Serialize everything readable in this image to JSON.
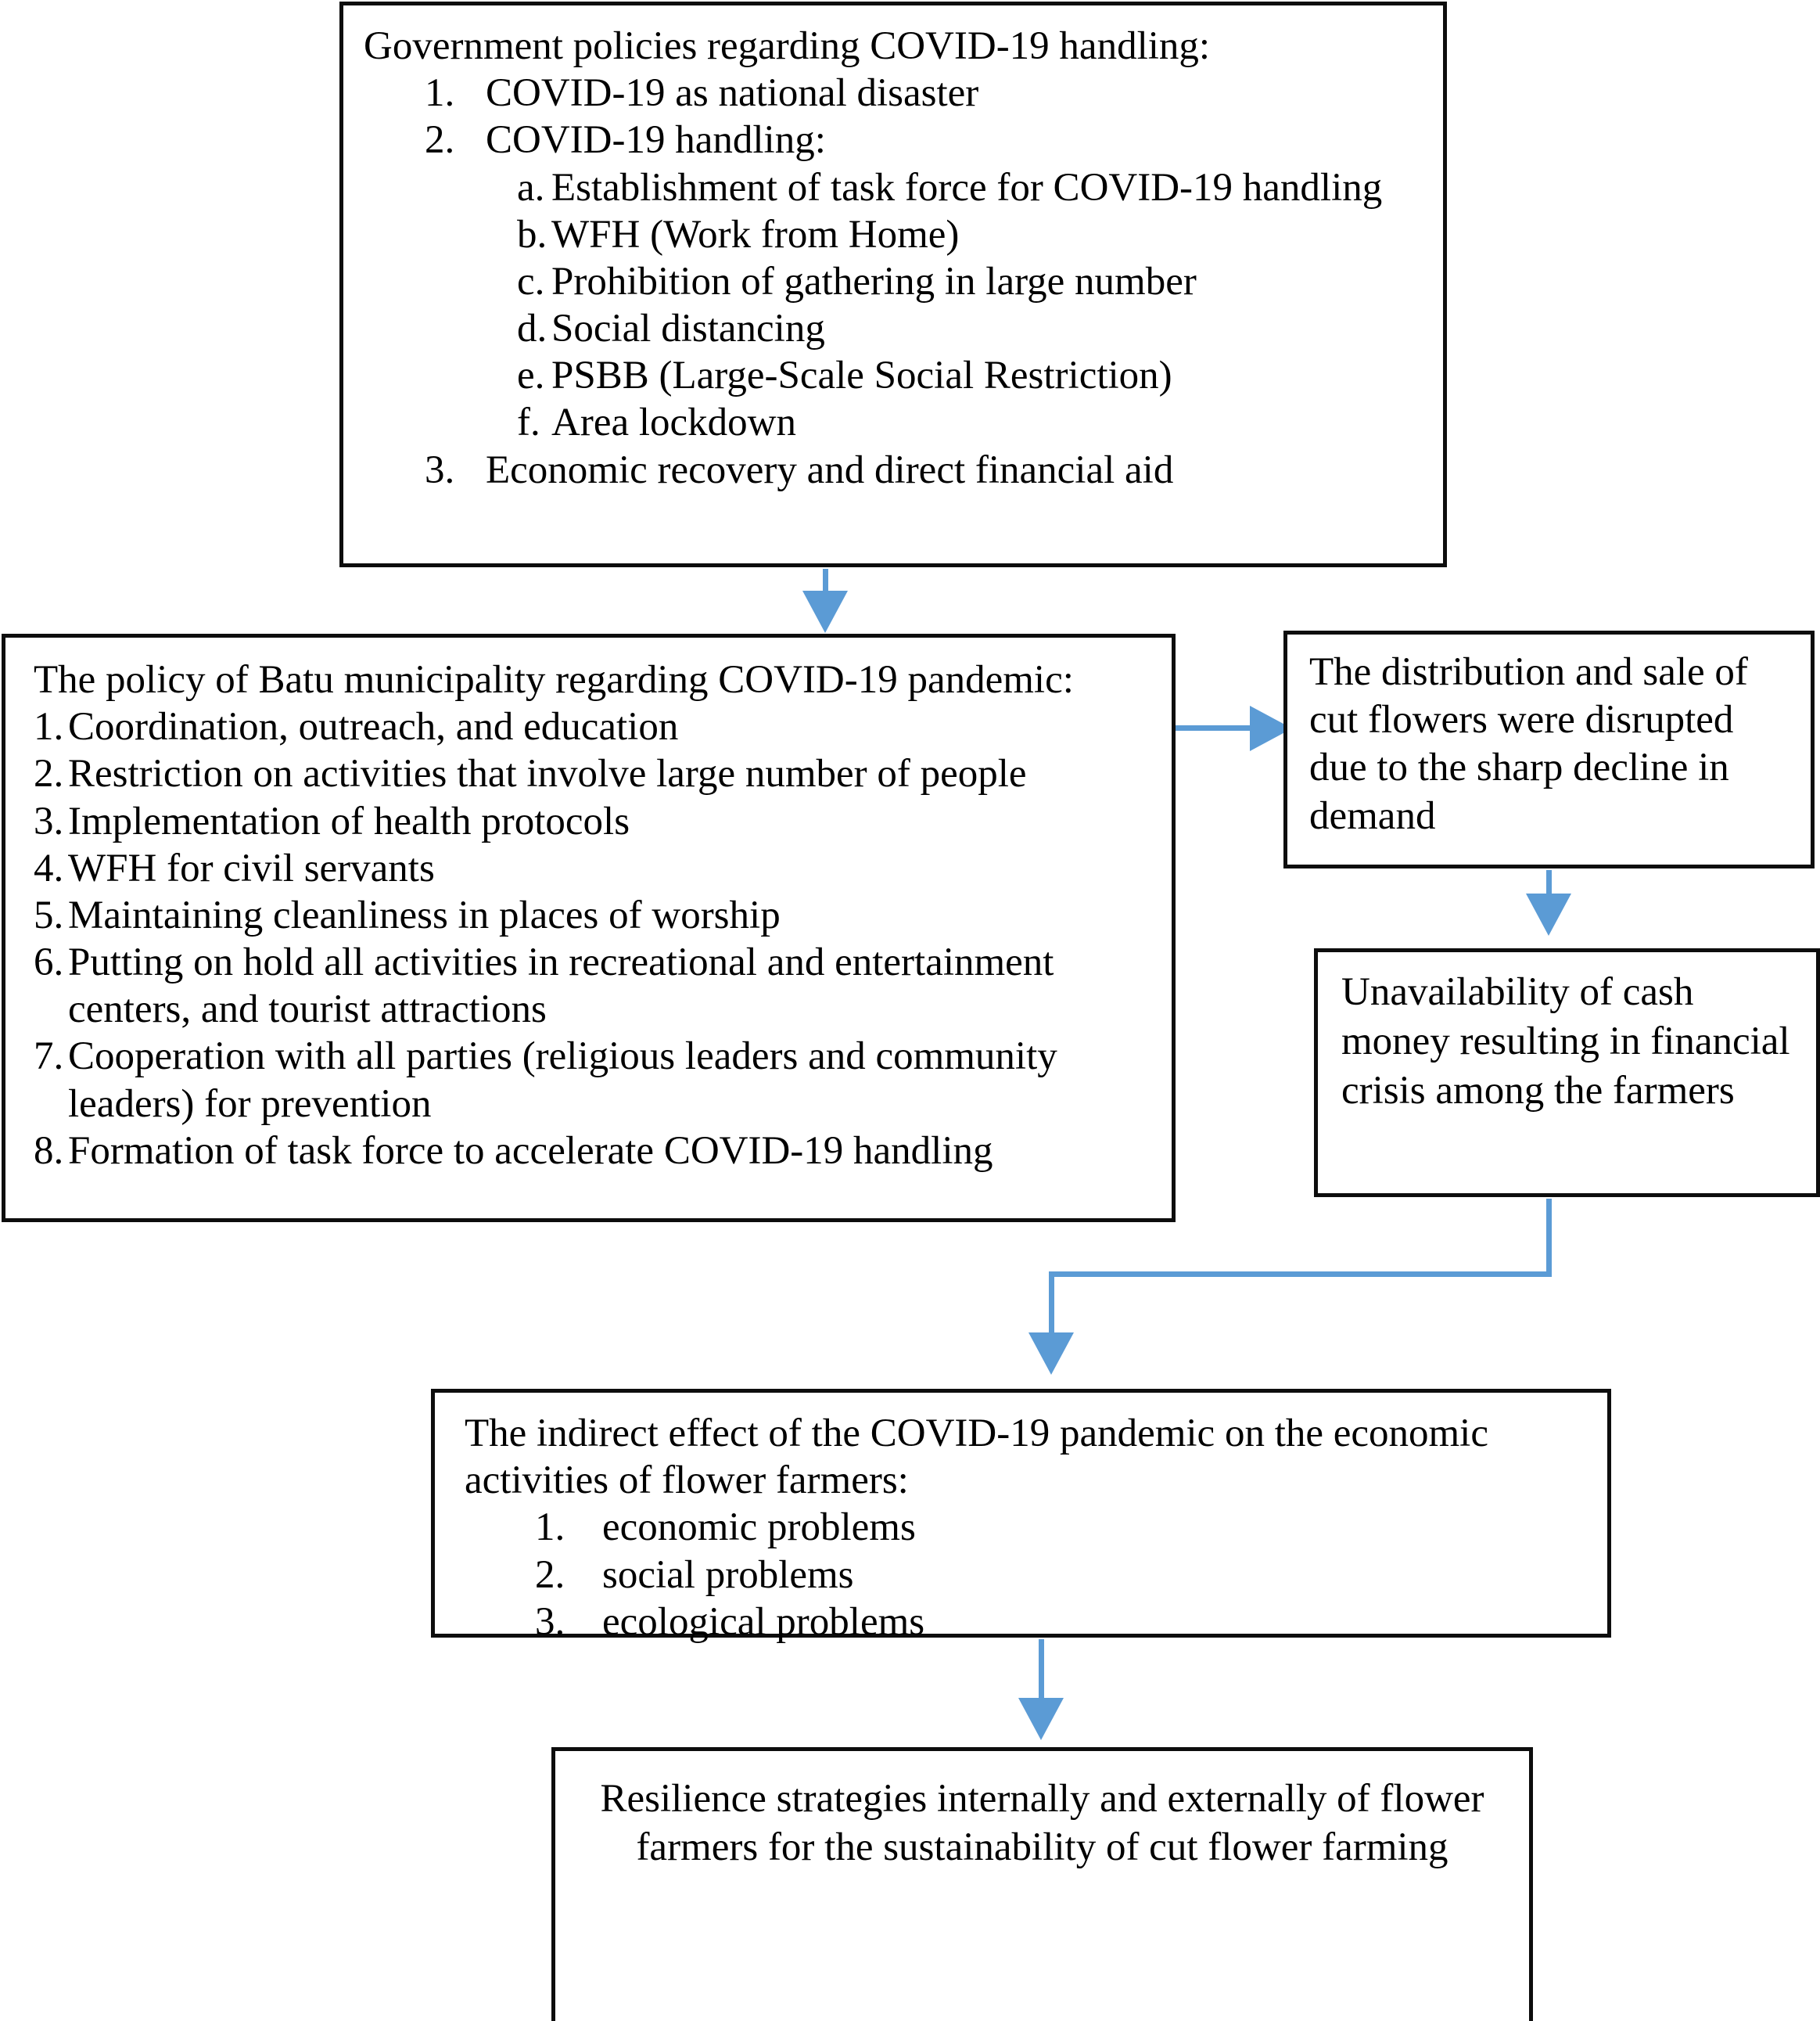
{
  "diagram": {
    "title": "COVID-19 policy impact on cut flower farmers flowchart",
    "accent_color": "#5b9bd5",
    "border_color": "#0d0d0d",
    "background_color": "#ffffff"
  },
  "boxes": {
    "government_policies": {
      "heading": "Government policies regarding COVID-19 handling:",
      "items": [
        {
          "marker": "1.",
          "text": "COVID-19 as national disaster"
        },
        {
          "marker": "2.",
          "text": "COVID-19 handling:"
        }
      ],
      "subitems": [
        {
          "marker": "a.",
          "text": "Establishment of task force for COVID-19 handling"
        },
        {
          "marker": "b.",
          "text": "WFH (Work from Home)"
        },
        {
          "marker": "c.",
          "text": "Prohibition of gathering in large number"
        },
        {
          "marker": "d.",
          "text": "Social distancing"
        },
        {
          "marker": "e.",
          "text": "PSBB (Large-Scale Social Restriction)"
        },
        {
          "marker": "f.",
          "text": "Area lockdown"
        }
      ],
      "last_item": {
        "marker": "3.",
        "text": "Economic recovery and direct financial aid"
      }
    },
    "batu_policy": {
      "heading": "The policy of Batu municipality regarding COVID-19 pandemic:",
      "items": [
        {
          "marker": "1.",
          "text": "Coordination, outreach, and education"
        },
        {
          "marker": "2.",
          "text": "Restriction on activities that involve large number of people"
        },
        {
          "marker": "3.",
          "text": "Implementation of health protocols"
        },
        {
          "marker": "4.",
          "text": "WFH for civil servants"
        },
        {
          "marker": "5.",
          "text": "Maintaining cleanliness in places of worship"
        },
        {
          "marker": "6.",
          "text": "Putting on hold all activities in recreational and entertainment centers, and tourist attractions"
        },
        {
          "marker": "7.",
          "text": "Cooperation with all parties (religious leaders and community leaders) for prevention"
        },
        {
          "marker": "8.",
          "text": "Formation of task force to accelerate COVID-19 handling"
        }
      ]
    },
    "distribution_disrupted": {
      "text": "The distribution and sale of cut flowers were disrupted due to the sharp decline in demand"
    },
    "cash_unavailability": {
      "text": "Unavailability of cash money resulting in financial crisis among the farmers"
    },
    "indirect_effect": {
      "heading": "The indirect effect of the COVID-19 pandemic on the economic activities of flower farmers:",
      "items": [
        {
          "marker": "1.",
          "text": "economic problems"
        },
        {
          "marker": "2.",
          "text": "social problems"
        },
        {
          "marker": "3.",
          "text": "ecological problems"
        }
      ]
    },
    "resilience_strategies": {
      "text": "Resilience strategies internally and externally of flower farmers for the sustainability of cut flower farming"
    }
  }
}
